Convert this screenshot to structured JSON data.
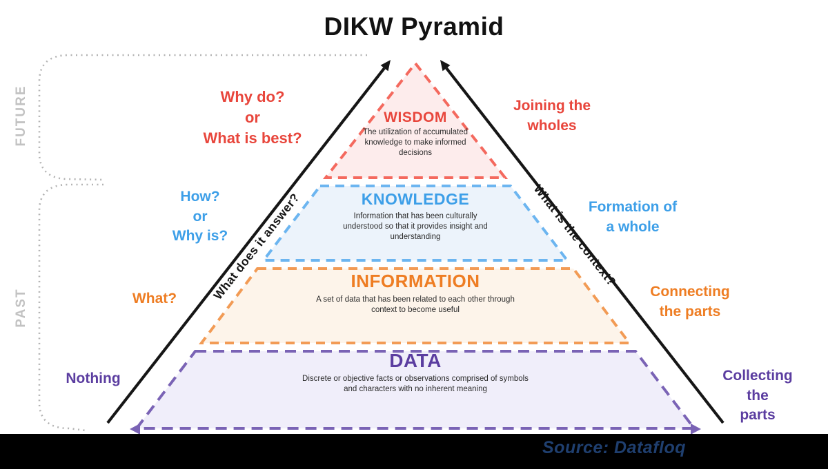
{
  "title": "DIKW Pyramid",
  "timeline": {
    "future_label": "FUTURE",
    "past_label": "PAST"
  },
  "axis_questions": {
    "left": "What does it answer?",
    "right": "What is the context?"
  },
  "levels": [
    {
      "name": "WISDOM",
      "description": "The utilization of accumulated knowledge to make informed decisions",
      "question": "Why do?\nor\nWhat is best?",
      "process": "Joining the\nwholes",
      "accent_color": "#e8463c",
      "border_color": "#f4695e",
      "fill_color": "#fdecec"
    },
    {
      "name": "KNOWLEDGE",
      "description": "Information that has been culturally understood so that it provides insight and understanding",
      "question": "How?\nor\nWhy is?",
      "process": "Formation of\na whole",
      "accent_color": "#3d9fe8",
      "border_color": "#6cb5f0",
      "fill_color": "#ecf3fb"
    },
    {
      "name": "INFORMATION",
      "description": "A set of data that has been related to each other through context to become useful",
      "question": "What?",
      "process": "Connecting\nthe parts",
      "accent_color": "#ee7d23",
      "border_color": "#f29b55",
      "fill_color": "#fdf4ea"
    },
    {
      "name": "DATA",
      "description": "Discrete or objective facts or observations comprised of symbols and characters with no inherent meaning",
      "question": "Nothing",
      "process": "Collecting the\nparts",
      "accent_color": "#5b3da0",
      "border_color": "#7a63b5",
      "fill_color": "#f0eefa"
    }
  ],
  "source_credit": "Source: Datafloq",
  "arrow_color": "#161616",
  "bracket_color": "#b3b3b3"
}
